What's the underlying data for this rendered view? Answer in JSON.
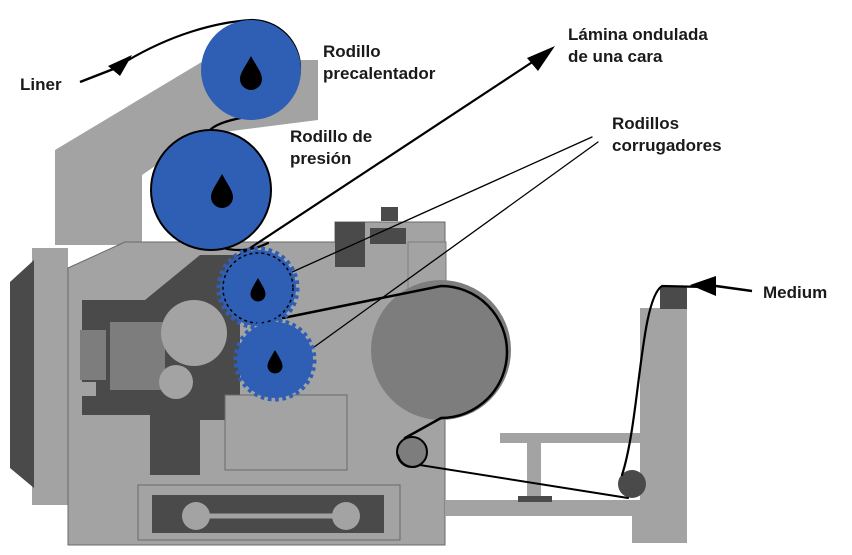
{
  "labels": {
    "liner": "Liner",
    "preheater_line1": "Rodillo",
    "preheater_line2": "precalentador",
    "pressure_line1": "Rodillo de",
    "pressure_line2": "presión",
    "singleface_line1": "Lámina ondulada",
    "singleface_line2": "de una cara",
    "corrugating_line1": "Rodillos",
    "corrugating_line2": "corrugadores",
    "medium": "Medium"
  },
  "colors": {
    "roller_blue": "#2f5fb4",
    "machine_light": "#a3a3a3",
    "machine_mid": "#7d7d7d",
    "machine_dark": "#4a4a4a",
    "drop": "#000000",
    "paper_line": "#000000"
  },
  "icons": {
    "heat": "water-drop-icon",
    "arrow": "arrowhead-icon"
  }
}
